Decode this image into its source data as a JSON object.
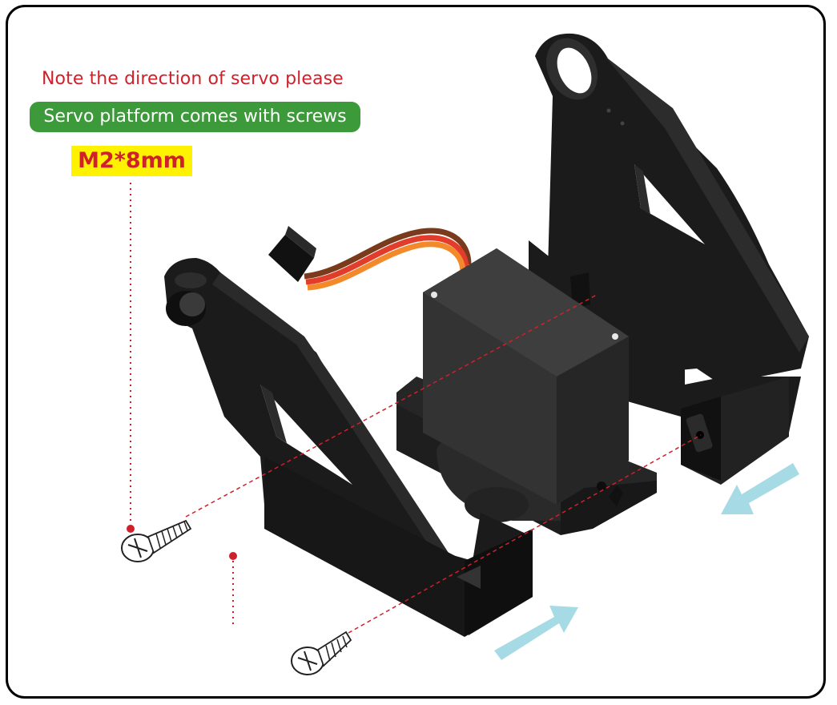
{
  "labels": {
    "direction_note": "Note the direction of servo please",
    "platform_note": "Servo platform comes with screws",
    "screw_size": "M2*8mm"
  },
  "colors": {
    "note_text": "#d0202a",
    "pill_background": "#3c9a3a",
    "highlight": "#fff200",
    "arrow": "#a6dbe6",
    "guide_line": "#d0202a",
    "part_black": "#1b1b1b"
  },
  "icons": [
    "screw-icon",
    "arrow-icon",
    "servo-motor",
    "bracket"
  ]
}
